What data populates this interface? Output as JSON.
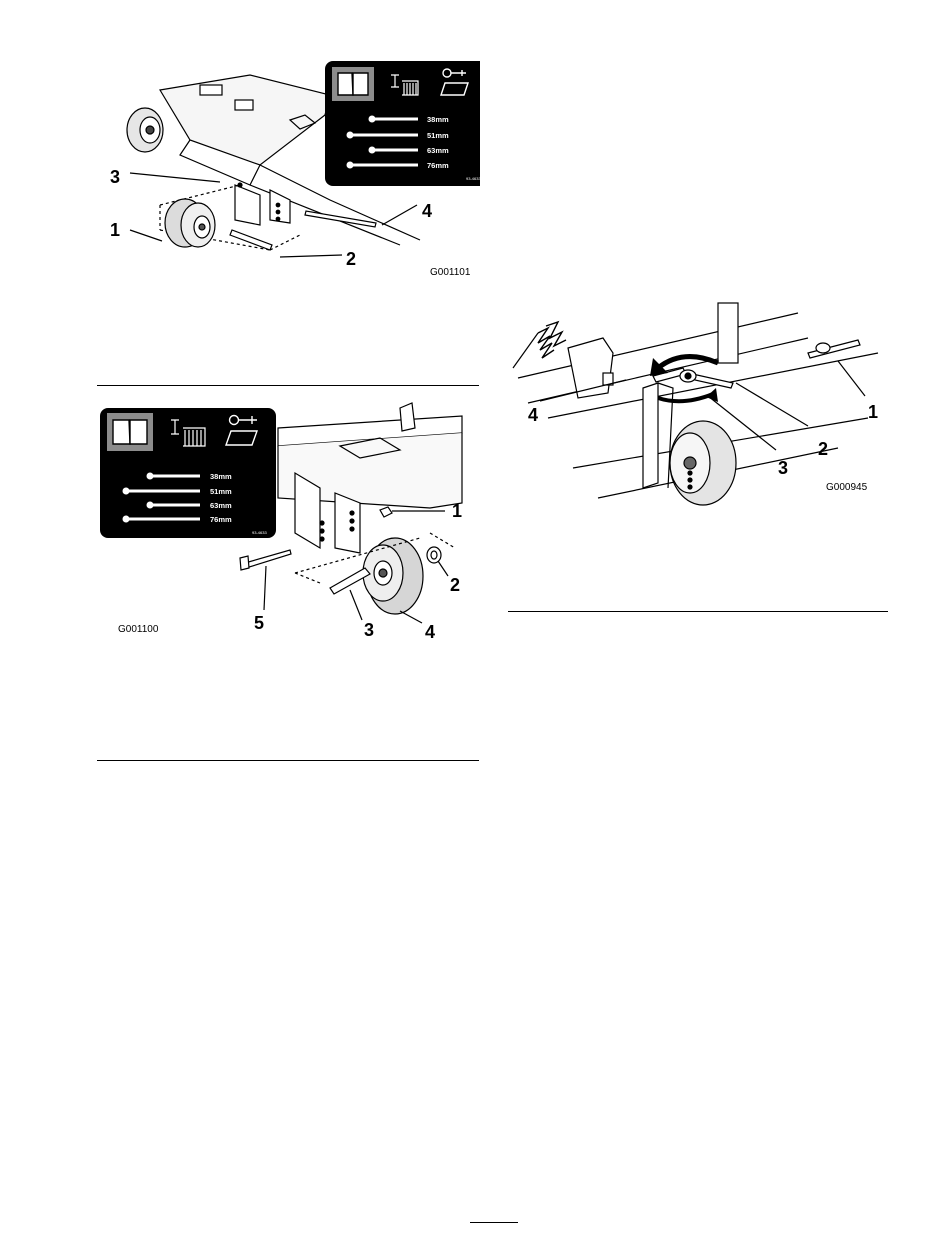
{
  "figure1": {
    "id": "G001101",
    "callouts": [
      "1",
      "2",
      "3",
      "4"
    ],
    "decal": {
      "heights": [
        "38mm",
        "51mm",
        "63mm",
        "76mm"
      ],
      "code": "93-4633"
    }
  },
  "figure2": {
    "id": "G001100",
    "callouts": [
      "1",
      "2",
      "3",
      "4",
      "5"
    ],
    "decal": {
      "heights": [
        "38mm",
        "51mm",
        "63mm",
        "76mm"
      ],
      "code": "93-4633"
    }
  },
  "figure3": {
    "id": "G000945",
    "callouts": [
      "1",
      "2",
      "3",
      "4"
    ]
  },
  "colors": {
    "ink": "#000000",
    "decal_bg": "#000000",
    "decal_icon_bg": "#8c8c8c"
  },
  "icons": [
    "manual-icon",
    "cut-height-icon",
    "service-icon"
  ]
}
